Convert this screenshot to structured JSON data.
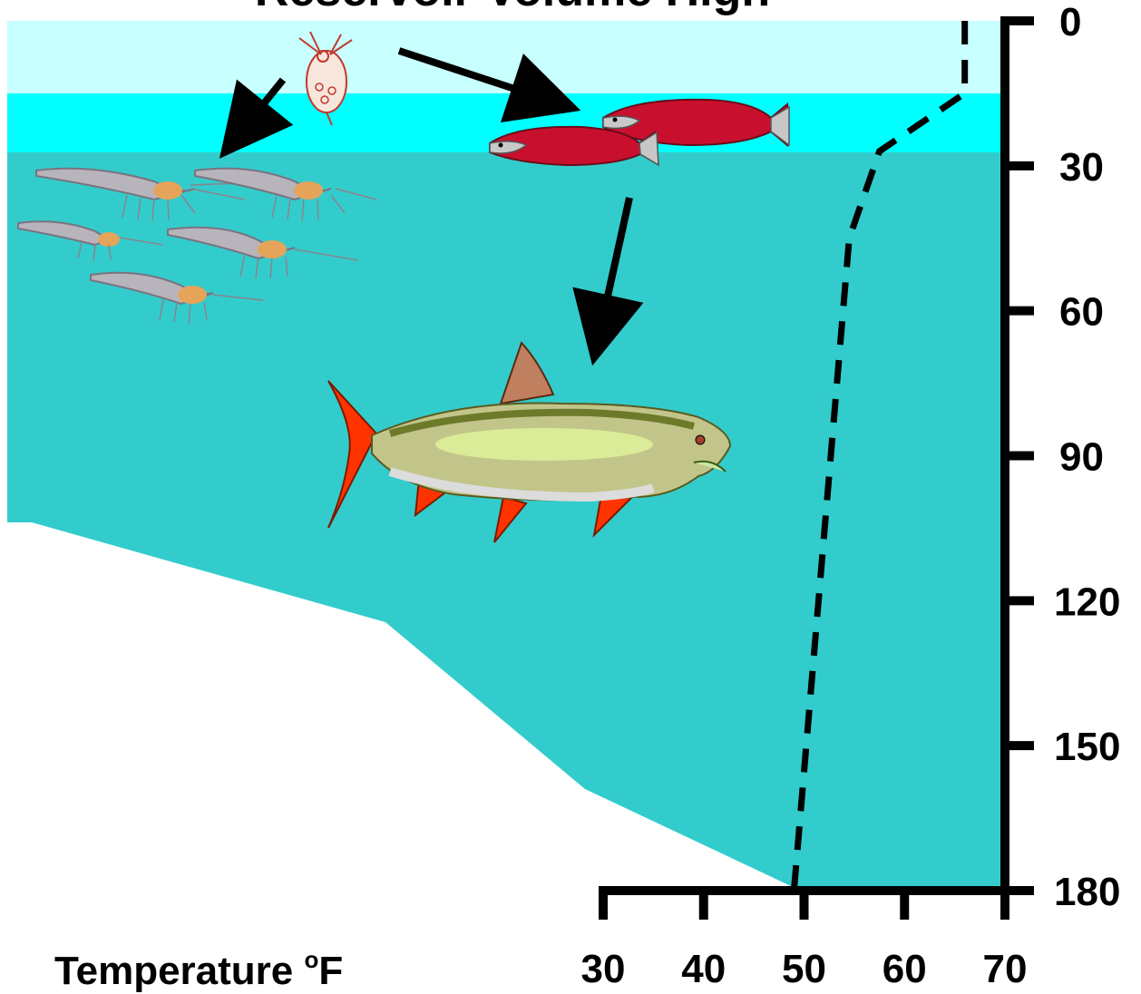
{
  "title": "Reservoir Volume High",
  "x_axis_label": "Temperature ",
  "x_axis_unit_sup": "o",
  "x_axis_unit": "F",
  "chart_data": {
    "type": "line",
    "xlabel": "Temperature oF",
    "ylabel": "",
    "x_ticks": [
      30,
      40,
      50,
      60,
      70
    ],
    "y_ticks": [
      0,
      30,
      60,
      90,
      120,
      150,
      180
    ],
    "xlim": [
      30,
      70
    ],
    "ylim": [
      0,
      180
    ],
    "y_inverted": true,
    "series": [
      {
        "style": "dashed",
        "x": [
          66,
          66,
          57.5,
          54.5,
          49
        ],
        "y": [
          0,
          15,
          27,
          45,
          180
        ]
      }
    ]
  },
  "colors": {
    "surface_layer": "#c8ffff",
    "thermocline_layer": "#00ffff",
    "deep_water": "#33cccc",
    "axis": "#000000",
    "salmon_body": "#c8102e",
    "trout_body": "#c2c58a",
    "trout_fins": "#ff3300"
  },
  "organisms": [
    {
      "name": "zooplankton",
      "icon": "daphnia-icon"
    },
    {
      "name": "mysid shrimp",
      "icon": "shrimp-icon"
    },
    {
      "name": "kokanee salmon",
      "icon": "salmon-icon"
    },
    {
      "name": "bull trout",
      "icon": "trout-icon"
    }
  ]
}
